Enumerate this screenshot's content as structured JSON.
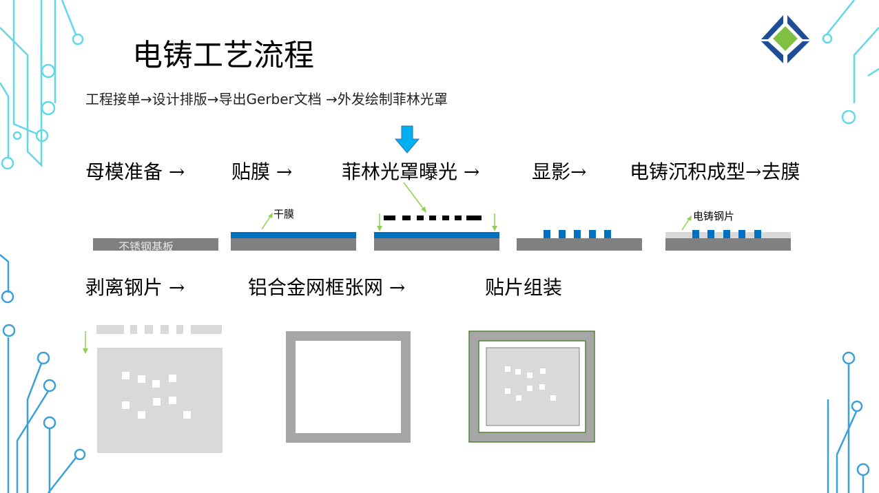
{
  "title": "电铸工艺流程",
  "subtitle": "工程接单→设计排版→导出Gerber文档 →外发绘制菲林光罩",
  "steps_row1": [
    "母模准备 →",
    "贴膜 →",
    "菲林光罩曝光 →",
    "显影→",
    "电铸沉积成型→去膜"
  ],
  "steps_row2": [
    "剥离钢片 →",
    "铝合金网框张网 →",
    "贴片组装"
  ],
  "labels": {
    "substrate": "不锈钢基板",
    "dry_film": "干膜",
    "steel_sheet": "电铸钢片"
  },
  "colors": {
    "blue": "#0070c0",
    "gray": "#808080",
    "light_gray": "#d9d9d9",
    "green": "#92d050",
    "frame_green": "#548235",
    "circuit": "#4fd5e8"
  }
}
